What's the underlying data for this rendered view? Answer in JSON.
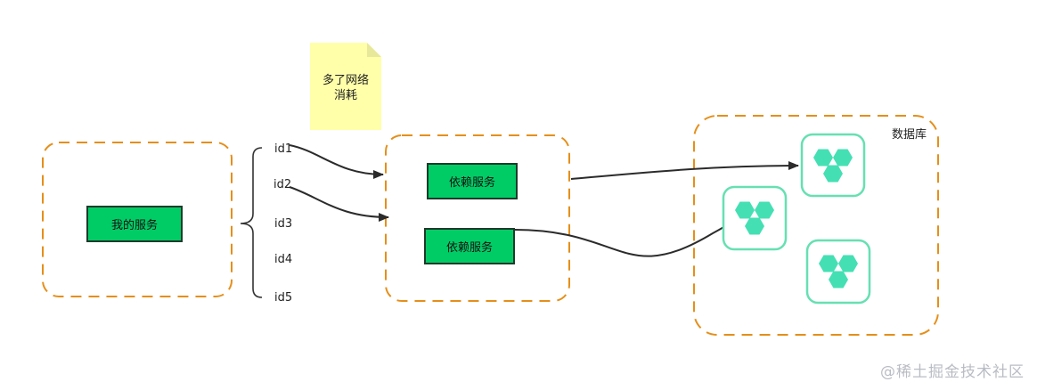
{
  "colors": {
    "group_border": "#e58f1a",
    "service_fill": "#00cc66",
    "db_border": "#66e0b2",
    "db_hex": "#44e0b4",
    "note_fill": "#ffffaa",
    "arrow": "#2b2b2b"
  },
  "note": {
    "line1": "多了网络",
    "line2": "消耗"
  },
  "my_service": {
    "label": "我的服务"
  },
  "ids": [
    "id1",
    "id2",
    "id3",
    "id4",
    "id5"
  ],
  "dependency": {
    "service1": "依赖服务",
    "service2": "依赖服务"
  },
  "database": {
    "title": "数据库",
    "icon": "database-cluster-icon"
  },
  "watermark": "@稀土掘金技术社区"
}
